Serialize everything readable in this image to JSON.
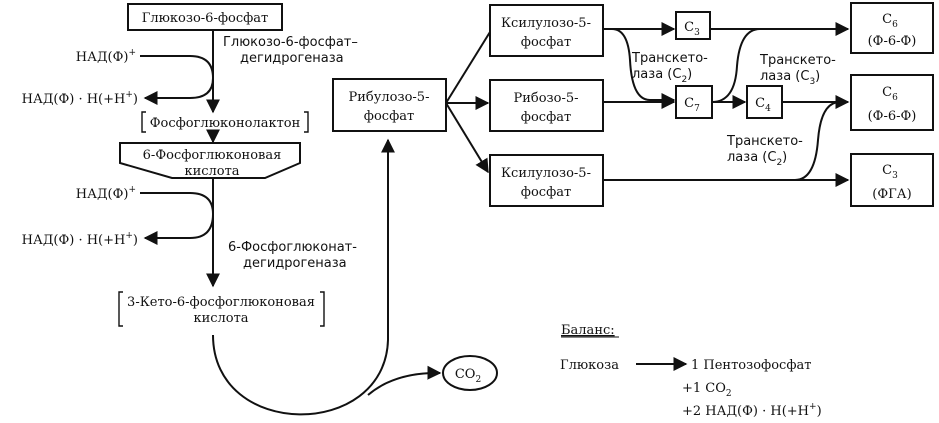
{
  "diagram": {
    "title": "Пентозофосфатный путь",
    "left_pathway": {
      "glucose6p": "Глюкозо-6-фосфат",
      "enzyme1": [
        "Глюкозо-6-фосфат–",
        "дегидрогеназа"
      ],
      "nadp_in_1": "НАД(Ф)",
      "nadp_in_1_sup": "+",
      "nadph_out_1": "НАД(Ф) · Н(+Н",
      "nadph_out_1_sup": "+",
      "nadph_out_1_tail": ")",
      "phosphogluconolactone": "Фосфоглюконолактон",
      "phosphogluconic_acid": [
        "6-Фосфоглюконовая",
        "кислота"
      ],
      "nadp_in_2": "НАД(Ф)",
      "nadp_in_2_sup": "+",
      "nadph_out_2": "НАД(Ф) · Н(+Н",
      "nadph_out_2_sup": "+",
      "nadph_out_2_tail": ")",
      "enzyme2": [
        "6-Фосфоглюконат-",
        "дегидрогеназа"
      ],
      "keto_acid": [
        "3-Кето-6-фосфоглюконовая",
        "кислота"
      ],
      "co2": "CO",
      "co2_sub": "2"
    },
    "right_pathway": {
      "ribulose5p": [
        "Рибулозо-5-",
        "фосфат"
      ],
      "xylulose5p_top": [
        "Ксилулозо-5-",
        "фосфат"
      ],
      "ribose5p": [
        "Рибозо-5-",
        "фосфат"
      ],
      "xylulose5p_bottom": [
        "Ксилулозо-5-",
        "фосфат"
      ],
      "c3": {
        "main": "C",
        "sub": "3"
      },
      "c7": {
        "main": "C",
        "sub": "7"
      },
      "c4": {
        "main": "C",
        "sub": "4"
      },
      "transketolase_1": [
        "Транскето-",
        "лаза (C",
        "2",
        ")"
      ],
      "transketolase_2": [
        "Транскето-",
        "лаза (C",
        "3",
        ")"
      ],
      "transketolase_3": [
        "Транскето-",
        "лаза (C",
        "2",
        ")"
      ],
      "product_1": {
        "main": "C",
        "sub": "6",
        "label": "(Ф-6-Ф)"
      },
      "product_2": {
        "main": "C",
        "sub": "6",
        "label": "(Ф-6-Ф)"
      },
      "product_3": {
        "main": "C",
        "sub": "3",
        "label": "(ФГА)"
      }
    },
    "balance": {
      "heading": "Баланс:",
      "substrate": "Глюкоза",
      "line1": "1 Пентозофосфат",
      "line2": "+1 CO",
      "line2_sub": "2",
      "line3": "+2 НАД(Ф) · Н(+Н",
      "line3_sup": "+",
      "line3_tail": ")"
    }
  }
}
